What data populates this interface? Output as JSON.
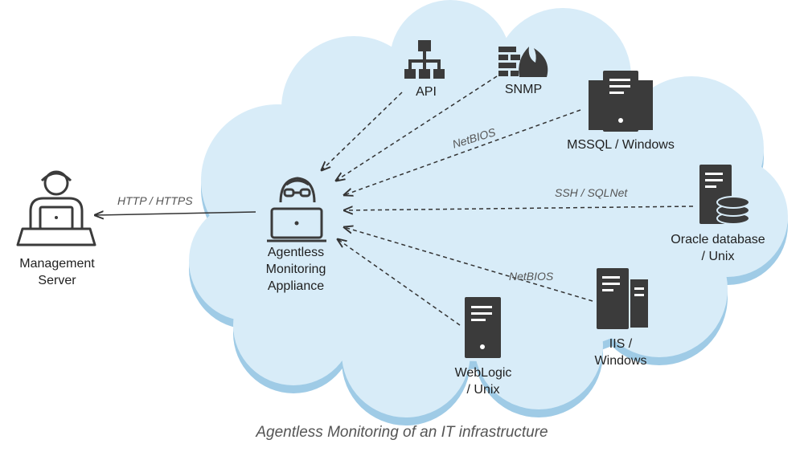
{
  "caption": "Agentless Monitoring of an IT infrastructure",
  "colors": {
    "cloud_fill": "#d8ecf8",
    "cloud_shadow": "#9fcbe6",
    "icon_dark": "#3b3b3b",
    "line": "#333333"
  },
  "nodes": {
    "management_server": {
      "label_line1": "Management",
      "label_line2": "Server",
      "icon": "user-laptop-icon"
    },
    "appliance": {
      "label_line1": "Agentless",
      "label_line2": "Monitoring",
      "label_line3": "Appliance",
      "icon": "monitoring-agent-icon"
    },
    "api": {
      "label": "API",
      "icon": "hierarchy-icon"
    },
    "snmp": {
      "label": "SNMP",
      "icon": "firewall-icon"
    },
    "mssql": {
      "label": "MSSQL / Windows",
      "icon": "server-rack-icon"
    },
    "oracle": {
      "label_line1": "Oracle database",
      "label_line2": "/ Unix",
      "icon": "database-server-icon"
    },
    "iis": {
      "label_line1": "IIS /",
      "label_line2": "Windows",
      "icon": "server-pair-icon"
    },
    "weblogic": {
      "label_line1": "WebLogic",
      "label_line2": "/ Unix",
      "icon": "server-tower-icon"
    }
  },
  "protocols": {
    "http": "HTTP / HTTPS",
    "netbios_top": "NetBIOS",
    "ssh": "SSH / SQLNet",
    "netbios_bottom": "NetBIOS"
  }
}
